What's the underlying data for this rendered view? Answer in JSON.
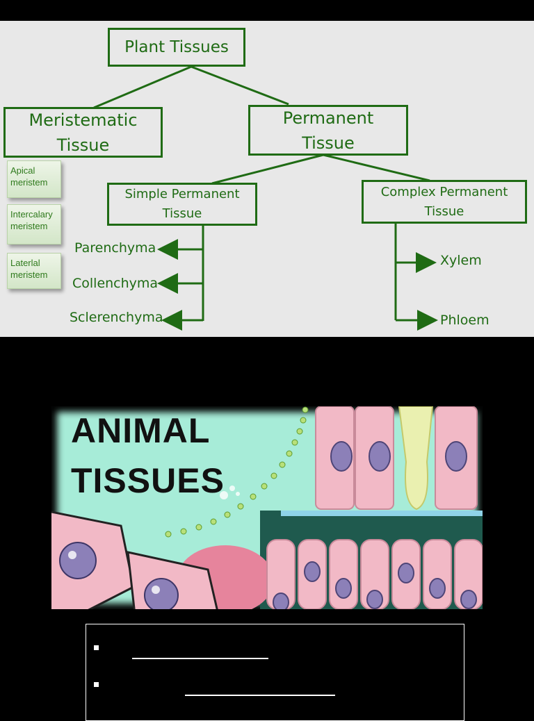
{
  "plant_diagram": {
    "root": "Plant Tissues",
    "meristematic": {
      "label": "Meristematic Tissue",
      "types": [
        "Apical meristem",
        "Intercalary meristem",
        "Laterlal meristem"
      ]
    },
    "permanent": {
      "label": "Permanent Tissue",
      "simple": {
        "label": "Simple Permanent Tissue",
        "children": [
          "Parenchyma",
          "Collenchyma",
          "Sclerenchyma"
        ]
      },
      "complex": {
        "label": "Complex Permanent Tissue",
        "children": [
          "Xylem",
          "Phloem"
        ]
      }
    }
  },
  "animal_banner": {
    "title_line1": "ANIMAL",
    "title_line2": "TISSUES"
  },
  "colors": {
    "diagram_green": "#1f6b14",
    "panel_bg": "#e8e8e8",
    "banner_bg": "#a7ecd8"
  }
}
